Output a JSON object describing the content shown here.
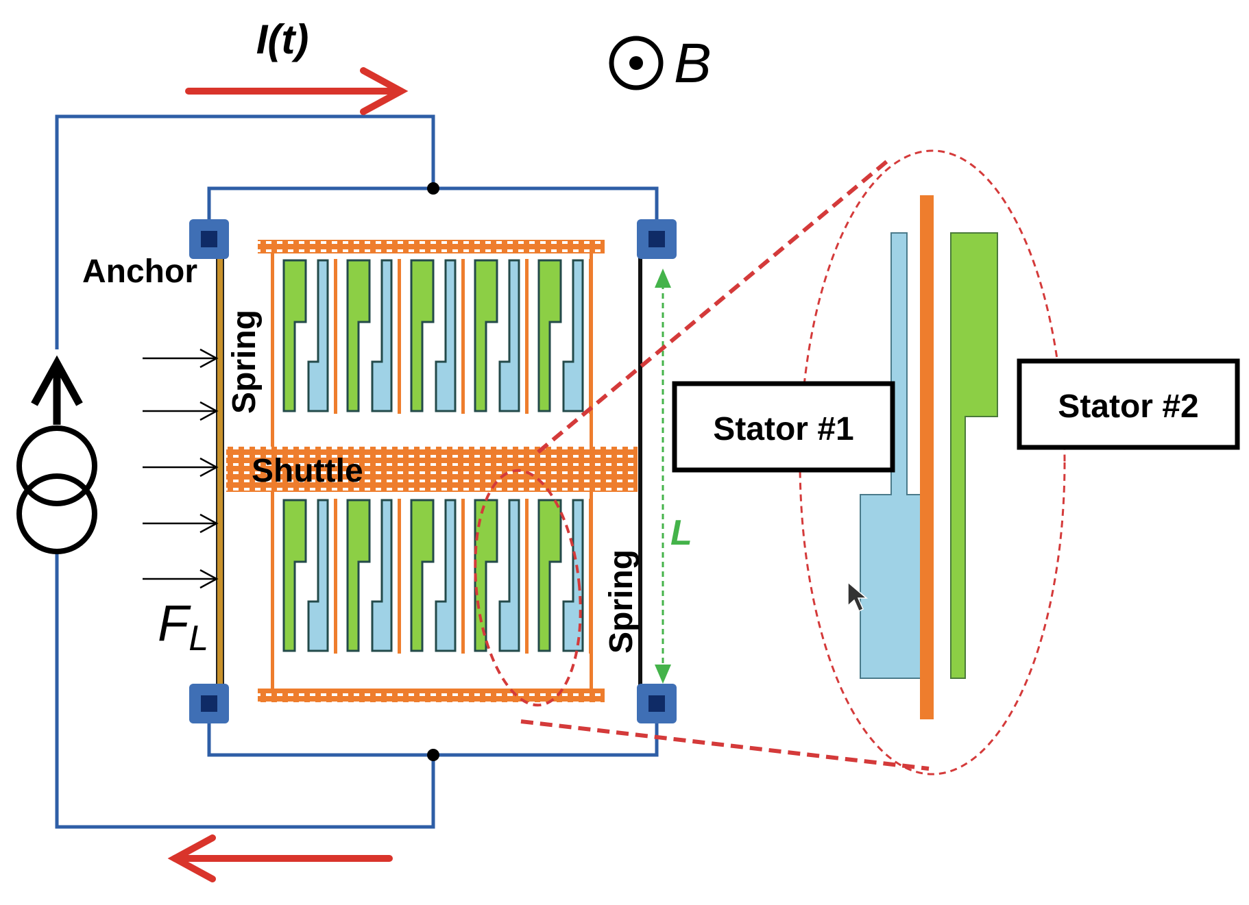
{
  "labels": {
    "current": "I(t)",
    "field": "B",
    "anchor": "Anchor",
    "spring_left": "Spring",
    "spring_right": "Spring",
    "shuttle": "Shuttle",
    "force_main": "F",
    "force_sub": "L",
    "length": "L",
    "stator1": "Stator #1",
    "stator2": "Stator #2"
  },
  "colors": {
    "wire": "#2e5ea6",
    "current_arrow": "#d9342b",
    "shuttle": "#ee7d2d",
    "spring_left": "#c8912a",
    "stator_green": "#8ccf45",
    "stator_blue": "#9fd2e6",
    "anchor_outer": "#3f6fb5",
    "anchor_inner": "#0f2b66",
    "length_marker": "#44b34a",
    "zoom_outline": "#d43a3a"
  },
  "icons": {
    "field_symbol": "out-of-page-dot-icon",
    "source_symbol": "current-source-icon",
    "cursor": "mouse-pointer-icon"
  }
}
